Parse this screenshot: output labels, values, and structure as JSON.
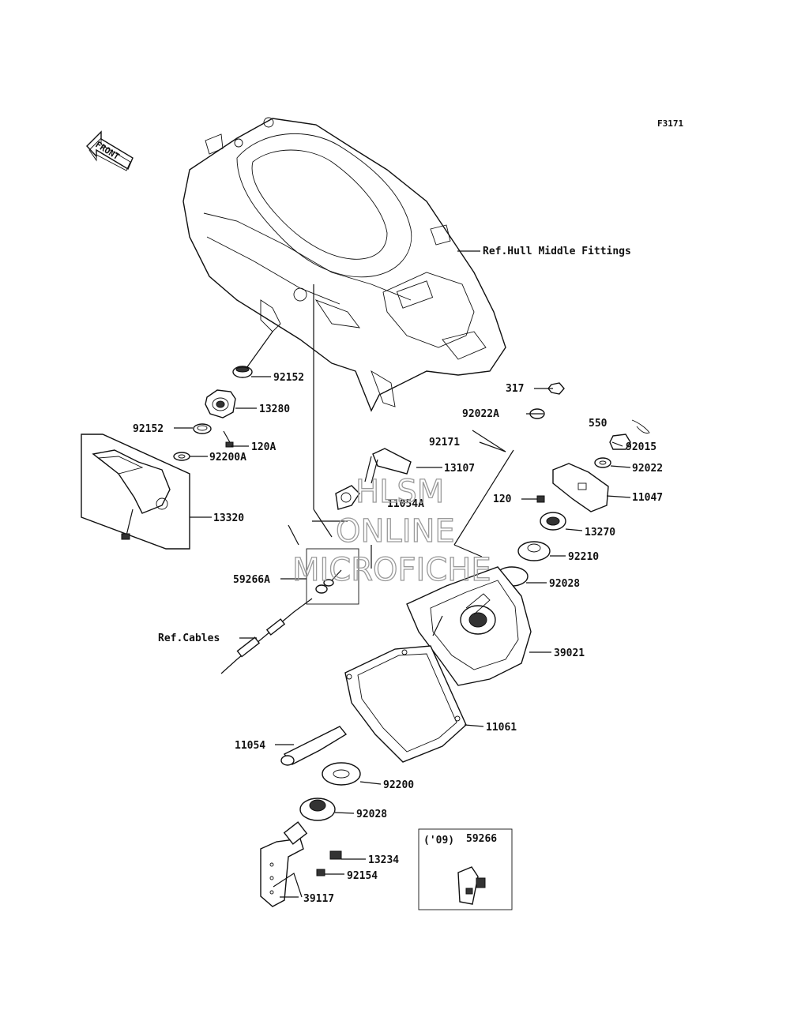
{
  "diagram": {
    "figure_code": "F3171",
    "front_arrow_label": "FRONT",
    "ref_hull": "Ref.Hull Middle Fittings",
    "ref_cables": "Ref.Cables",
    "watermark": {
      "line1": "HLSM",
      "line2": "ONLINE",
      "line3": "MICROFICHE"
    },
    "inset": {
      "year": "('09)",
      "part": "59266"
    },
    "parts": [
      "92152",
      "13280",
      "92152",
      "120A",
      "92200A",
      "13320",
      "59266A",
      "317",
      "92022A",
      "92171",
      "13107",
      "11054A",
      "550",
      "92015",
      "92022",
      "11047",
      "120",
      "13270",
      "92210",
      "92028",
      "39021",
      "11061",
      "11054",
      "92200",
      "92028",
      "13234",
      "92154",
      "39117"
    ]
  }
}
